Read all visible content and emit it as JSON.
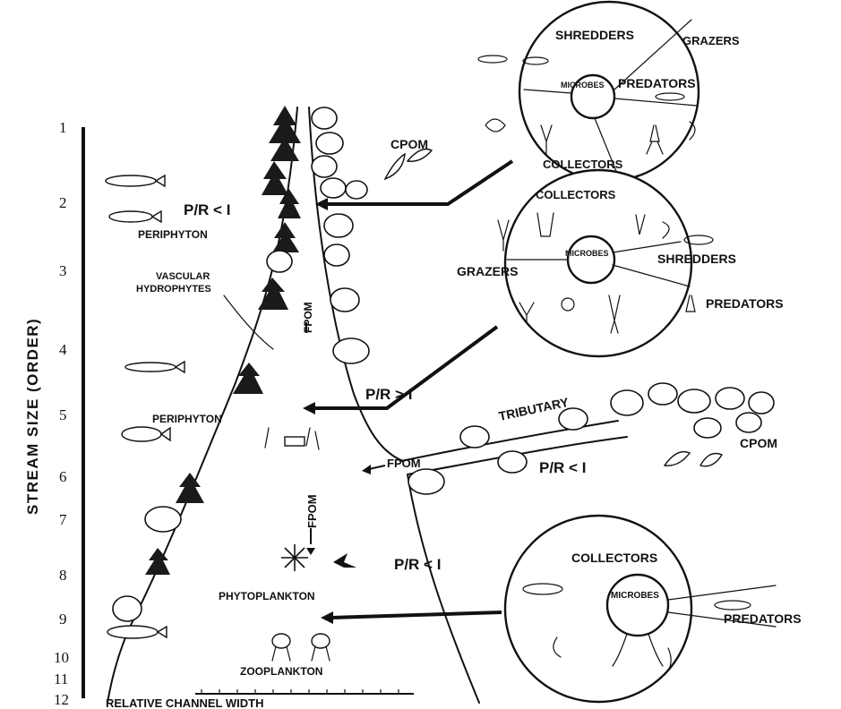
{
  "axis": {
    "title": "STREAM SIZE (ORDER)",
    "orders": [
      "1",
      "2",
      "3",
      "4",
      "5",
      "6",
      "7",
      "8",
      "9",
      "10",
      "11",
      "12"
    ],
    "bottom_label": "RELATIVE CHANNEL WIDTH"
  },
  "labels": {
    "cpom_top": "CPOM",
    "pr_top": "P/R < I",
    "periphyton_top": "PERIPHYTON",
    "vascular": "VASCULAR",
    "hydrophytes": "HYDROPHYTES",
    "fpom_upper": "FPOM",
    "pr_mid": "P/R > I",
    "periphyton_mid": "PERIPHYTON",
    "tributary": "TRIBUTARY",
    "cpom_trib": "CPOM",
    "fpom_trib": "FPOM",
    "pr_trib": "P/R < I",
    "fpom_lower": "FPOM",
    "pr_lower": "P/R < I",
    "phytoplankton": "PHYTOPLANKTON",
    "zooplankton": "ZOOPLANKTON"
  },
  "circles": {
    "c1": {
      "shredders": "SHREDDERS",
      "grazers": "GRAZERS",
      "microbes": "MICROBES",
      "predators": "PREDATORS",
      "collectors": "COLLECTORS"
    },
    "c2": {
      "collectors": "COLLECTORS",
      "microbes": "MICROBES",
      "grazers": "GRAZERS",
      "shredders": "SHREDDERS",
      "predators": "PREDATORS"
    },
    "c3": {
      "collectors": "COLLECTORS",
      "microbes": "MICROBES",
      "predators": "PREDATORS"
    }
  }
}
